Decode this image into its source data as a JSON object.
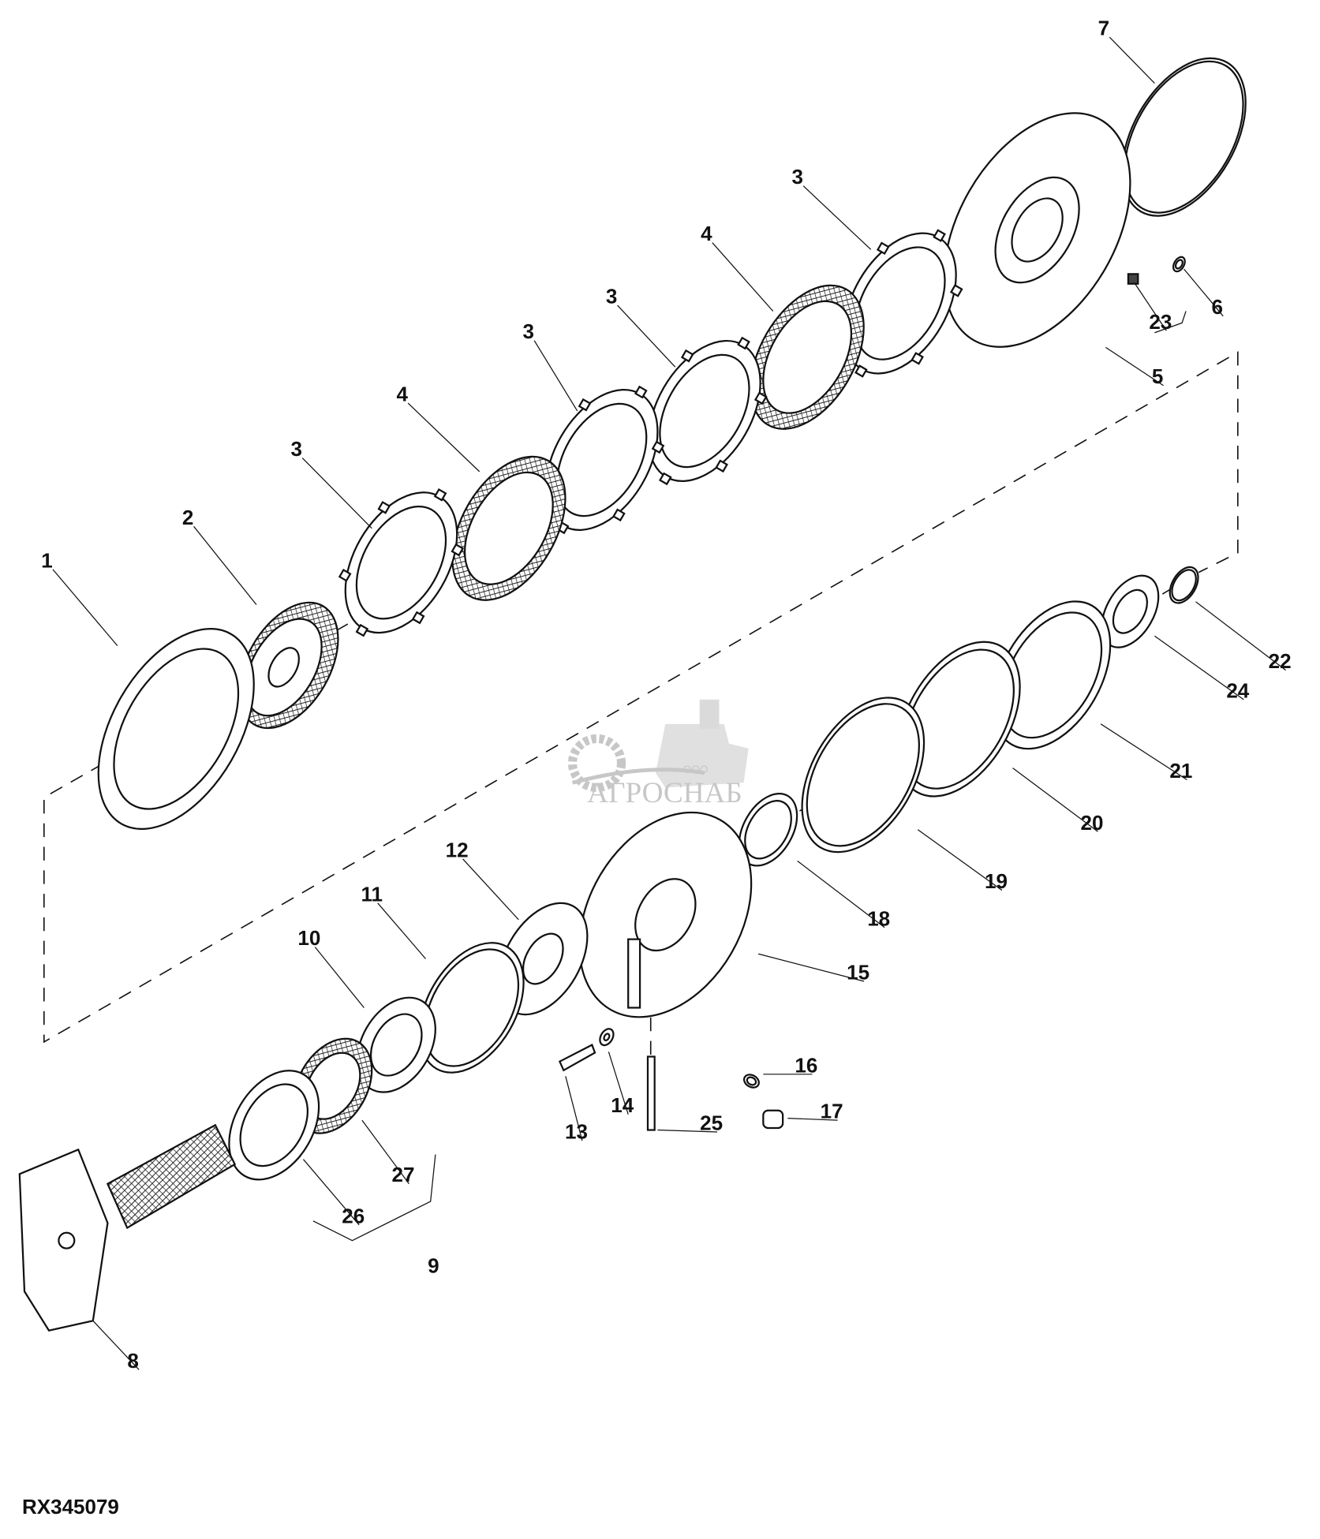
{
  "document_id": "RX345079",
  "watermark": {
    "prefix": "ООО",
    "name": "АГРОСНАБ"
  },
  "callouts": [
    "7",
    "3",
    "4",
    "3",
    "3",
    "4",
    "3",
    "2",
    "1",
    "23",
    "6",
    "5",
    "22",
    "24",
    "21",
    "20",
    "19",
    "18",
    "15",
    "12",
    "11",
    "10",
    "16",
    "17",
    "25",
    "14",
    "13",
    "27",
    "26",
    "9",
    "8"
  ]
}
